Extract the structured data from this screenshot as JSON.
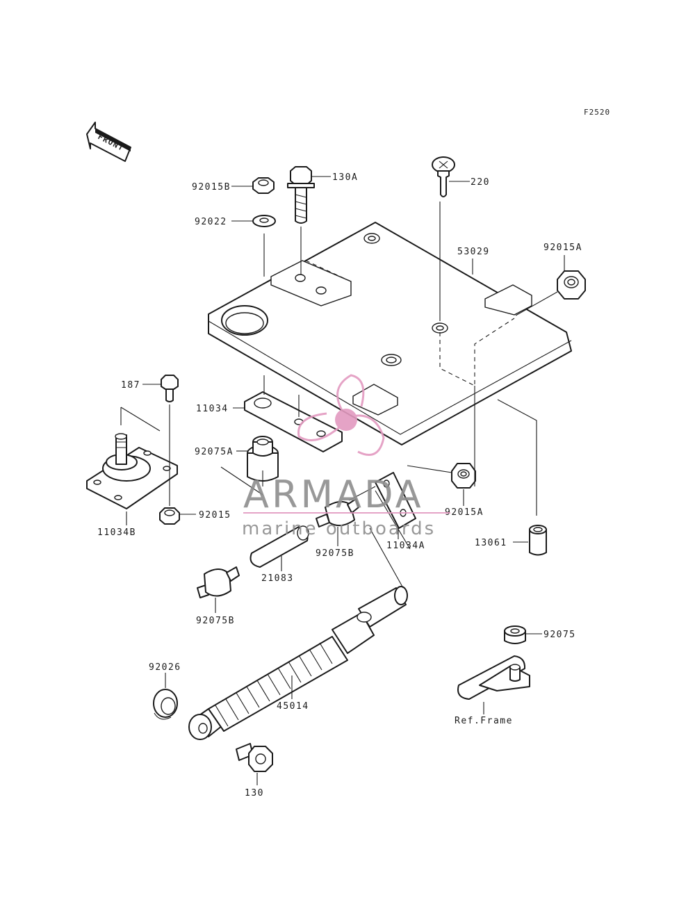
{
  "diagram": {
    "code": "F2520",
    "front_arrow": "FRONT",
    "labels": {
      "p92015B": "92015B",
      "p130A": "130A",
      "p220": "220",
      "p92022": "92022",
      "p53029": "53029",
      "p92015A_top": "92015A",
      "p187": "187",
      "p11034": "11034",
      "p92075A": "92075A",
      "p92015": "92015",
      "p11034B": "11034B",
      "p92015A_mid": "92015A",
      "p11034A": "11034A",
      "p92075B_mid": "92075B",
      "p13061": "13061",
      "p21083": "21083",
      "p92075B_left": "92075B",
      "p92075": "92075",
      "p92026": "92026",
      "p45014": "45014",
      "ref_frame": "Ref.Frame",
      "p130": "130"
    }
  },
  "watermark": {
    "brand": "ARMADA",
    "tagline": "marine outboards",
    "logo_color": "#e39ac0",
    "text_color": "#8d8d8d"
  }
}
